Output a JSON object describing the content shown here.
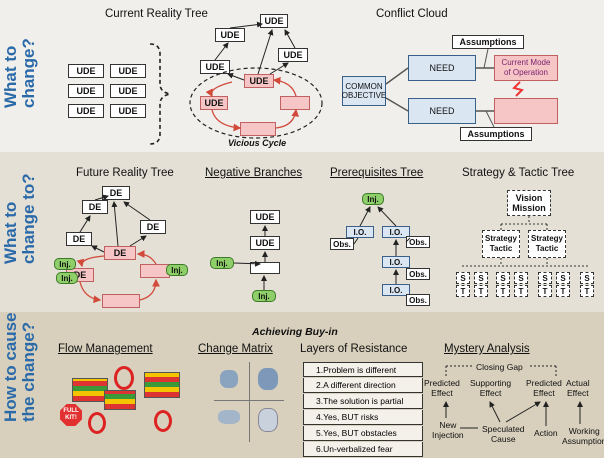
{
  "rows": [
    {
      "label": "What to\nchange?"
    },
    {
      "label": "What to\nchange to?"
    },
    {
      "label": "How to cause\nthe change?"
    }
  ],
  "crt": {
    "title": "Current Reality Tree",
    "ude": "UDE",
    "cycle": "Vicious Cycle"
  },
  "cloud": {
    "title": "Conflict Cloud",
    "assumptions_top": "Assumptions",
    "assumptions_bottom": "Assumptions",
    "objective": "COMMON\nOBJECTIVE",
    "need": "NEED",
    "current_mode": "Current Mode\nof Operation"
  },
  "frt": {
    "title": "Future Reality Tree",
    "de": "DE",
    "inj": "Inj."
  },
  "nb": {
    "title": "Negative Branches",
    "ude": "UDE",
    "inj": "Inj."
  },
  "pt": {
    "title": "Prerequisites Tree",
    "inj": "Inj.",
    "io": "I.O.",
    "obs": "Obs."
  },
  "stt": {
    "title": "Strategy & Tactic Tree",
    "vision": "Vision",
    "mission": "Mission",
    "strategy": "Strategy",
    "tactic": "Tactic",
    "s": "S",
    "t": "T"
  },
  "buyin": {
    "title": "Achieving Buy-in"
  },
  "flow": {
    "title": "Flow Management",
    "full_kit": "FULL\nKIT!"
  },
  "matrix": {
    "title": "Change Matrix"
  },
  "layers": {
    "title": "Layers of Resistance",
    "items": [
      "1.Problem is different",
      "2.A different direction",
      "3.The solution is partial",
      "4.Yes, BUT risks",
      "5.Yes, BUT obstacles",
      "6.Un-verbalized fear"
    ]
  },
  "mystery": {
    "title": "Mystery Analysis",
    "closing_gap": "Closing Gap",
    "predicted_effect_1": "Predicted\nEffect",
    "supporting_effect": "Supporting\nEffect",
    "predicted_effect_2": "Predicted\nEffect",
    "actual_effect": "Actual\nEffect",
    "new_injection": "New\nInjection",
    "speculated_cause": "Speculated\nCause",
    "action": "Action",
    "working_assumption": "Working\nAssumption"
  }
}
